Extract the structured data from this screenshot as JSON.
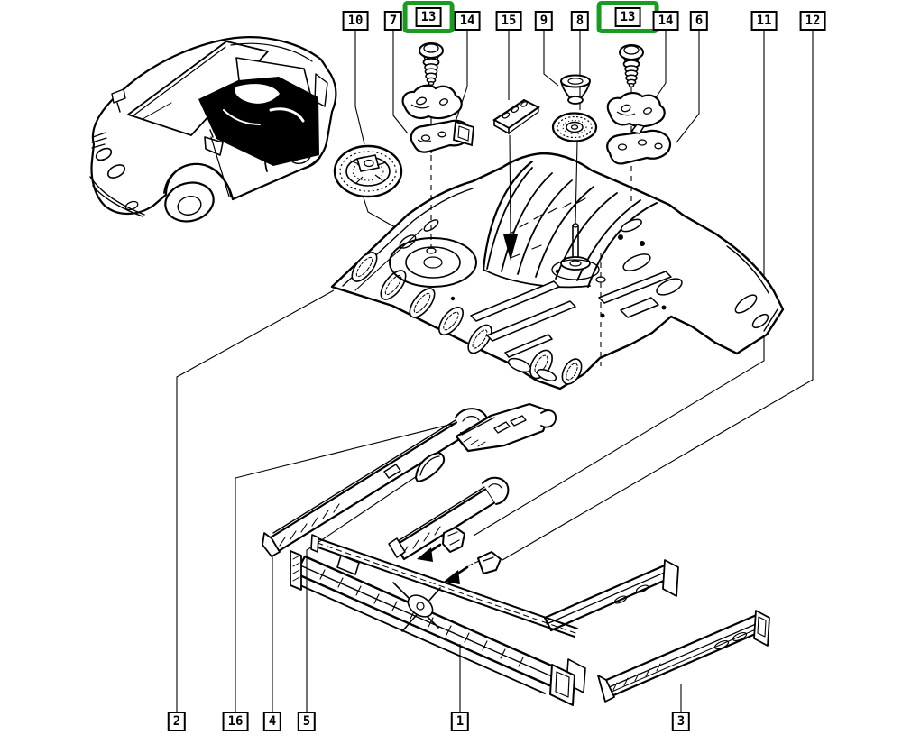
{
  "colors": {
    "background": "#ffffff",
    "line": "#000000",
    "highlight": "#189b20",
    "label_border": "#000000",
    "label_text": "#000000"
  },
  "callouts": {
    "top": [
      {
        "number": "10",
        "highlighted": false
      },
      {
        "number": "7",
        "highlighted": false
      },
      {
        "number": "13",
        "highlighted": true
      },
      {
        "number": "14",
        "highlighted": false
      },
      {
        "number": "15",
        "highlighted": false
      },
      {
        "number": "9",
        "highlighted": false
      },
      {
        "number": "8",
        "highlighted": false
      },
      {
        "number": "13",
        "highlighted": true
      },
      {
        "number": "14",
        "highlighted": false
      },
      {
        "number": "6",
        "highlighted": false
      },
      {
        "number": "11",
        "highlighted": false
      },
      {
        "number": "12",
        "highlighted": false
      }
    ],
    "bottom": [
      {
        "number": "2"
      },
      {
        "number": "16"
      },
      {
        "number": "4"
      },
      {
        "number": "5"
      },
      {
        "number": "1"
      },
      {
        "number": "3"
      }
    ]
  }
}
